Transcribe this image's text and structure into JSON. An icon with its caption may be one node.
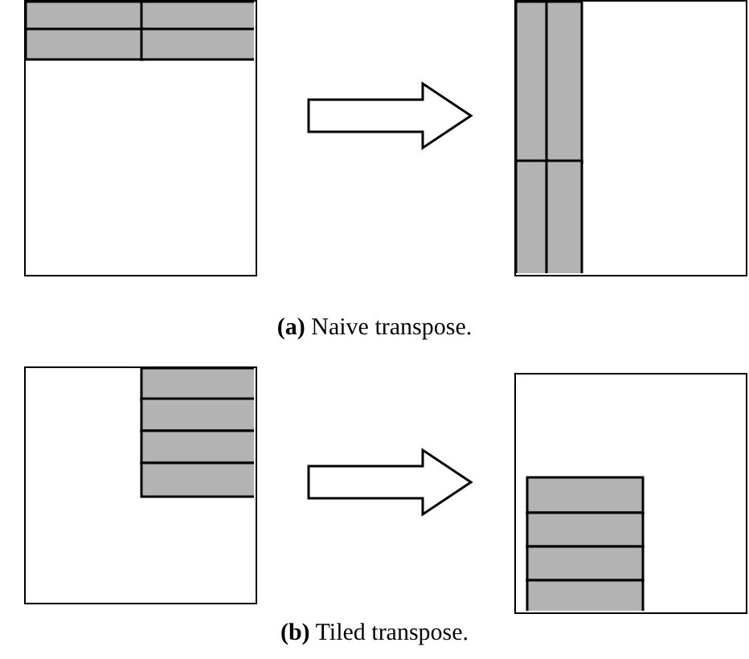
{
  "diagram": {
    "nodes": [
      {
        "text": [],
        "shape": "box"
      },
      {
        "text": [],
        "shape": "box"
      },
      {
        "text": [],
        "shape": "box"
      },
      {
        "text": [],
        "shape": "box"
      }
    ],
    "edges": [
      {
        "from": 0,
        "to": 1,
        "arrow": "to"
      },
      {
        "from": 2,
        "to": 3,
        "arrow": "to"
      }
    ],
    "labels": [
      "**(a)** Naive transpose.",
      "**(b)** Tiled transpose."
    ]
  }
}
